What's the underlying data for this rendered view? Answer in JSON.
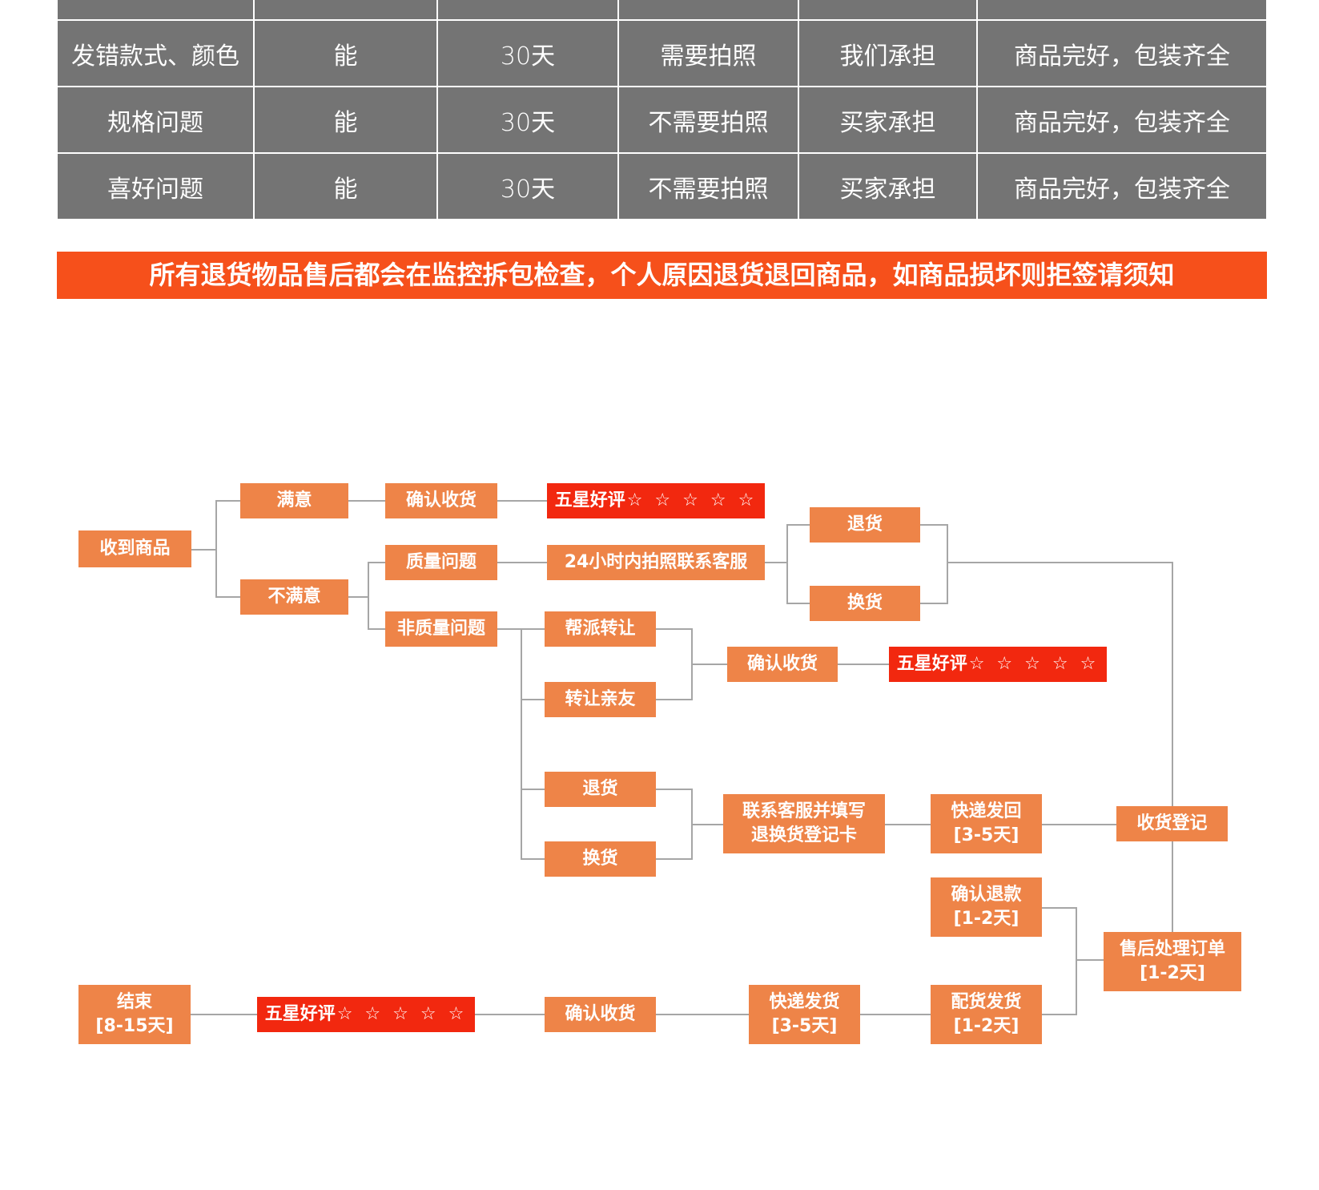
{
  "colors": {
    "table_bg": "#747474",
    "banner": "#f6501b",
    "node": "#ee8448",
    "node_red": "#f2280f",
    "line": "#a6a6a6"
  },
  "table": {
    "rows": [
      [
        "发错款式、颜色",
        "能",
        "30天",
        "需要拍照",
        "我们承担",
        "商品完好，包装齐全"
      ],
      [
        "规格问题",
        "能",
        "30天",
        "不需要拍照",
        "买家承担",
        "商品完好，包装齐全"
      ],
      [
        "喜好问题",
        "能",
        "30天",
        "不需要拍照",
        "买家承担",
        "商品完好，包装齐全"
      ]
    ]
  },
  "banner": "所有退货物品售后都会在监控拆包检查，个人原因退货退回商品，如商品损坏则拒签请须知",
  "flow": {
    "received": "收到商品",
    "satisfied": "满意",
    "confirm_receipt_1": "确认收货",
    "review_1": "五星好评",
    "stars": "☆ ☆ ☆ ☆ ☆",
    "unsatisfied": "不满意",
    "quality_issue": "质量问题",
    "contact_24h": "24小时内拍照联系客服",
    "return_1": "退货",
    "exchange_1": "换货",
    "non_quality_issue": "非质量问题",
    "help_transfer": "帮派转让",
    "transfer_friends": "转让亲友",
    "confirm_receipt_2": "确认收货",
    "review_2": "五星好评",
    "return_2": "退货",
    "exchange_2": "换货",
    "contact_card_line1": "联系客服并填写",
    "contact_card_line2": "退换货登记卡",
    "ship_back_line1": "快递发回",
    "ship_back_line2": "[3-5天]",
    "receipt_register": "收货登记",
    "confirm_refund_line1": "确认退款",
    "confirm_refund_line2": "[1-2天]",
    "aftersale_line1": "售后处理订单",
    "aftersale_line2": "[1-2天]",
    "end_line1": "结束",
    "end_line2": "[8-15天]",
    "review_3": "五星好评",
    "confirm_receipt_3": "确认收货",
    "express_ship_line1": "快递发货",
    "express_ship_line2": "[3-5天]",
    "pack_ship_line1": "配货发货",
    "pack_ship_line2": "[1-2天]"
  }
}
